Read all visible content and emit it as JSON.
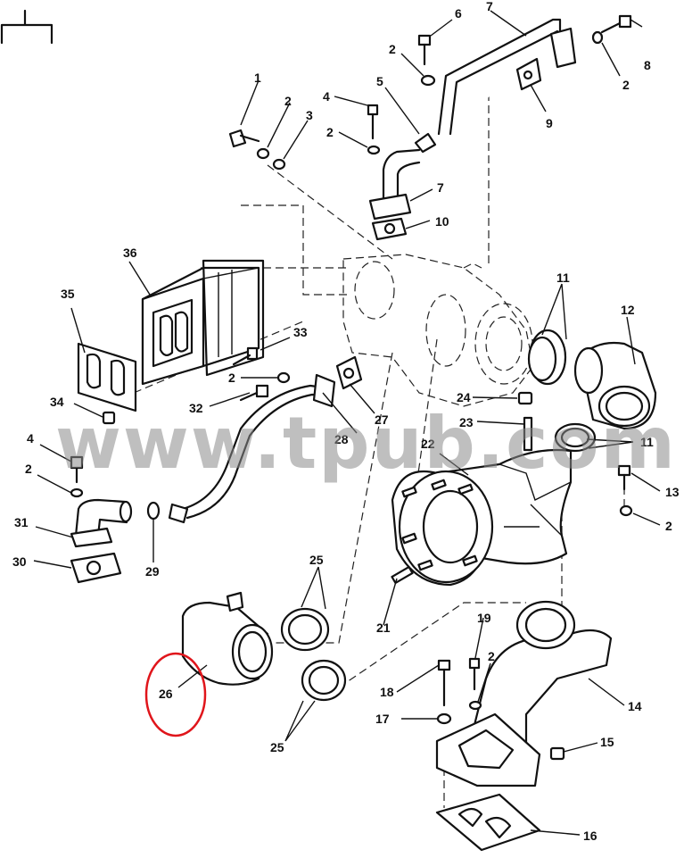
{
  "watermark": "www.tpub.com",
  "highlight_color": "#e0151b",
  "callouts": [
    {
      "id": "c1",
      "text": "1"
    },
    {
      "id": "c2a",
      "text": "2"
    },
    {
      "id": "c3",
      "text": "3"
    },
    {
      "id": "c4a",
      "text": "4"
    },
    {
      "id": "c5",
      "text": "5"
    },
    {
      "id": "c2b",
      "text": "2"
    },
    {
      "id": "c6",
      "text": "6"
    },
    {
      "id": "c2c",
      "text": "2"
    },
    {
      "id": "c7a",
      "text": "7"
    },
    {
      "id": "c7b",
      "text": "7"
    },
    {
      "id": "c8",
      "text": "8"
    },
    {
      "id": "c2d",
      "text": "2"
    },
    {
      "id": "c9",
      "text": "9"
    },
    {
      "id": "c10",
      "text": "10"
    },
    {
      "id": "c11a",
      "text": "11"
    },
    {
      "id": "c12",
      "text": "12"
    },
    {
      "id": "c36",
      "text": "36"
    },
    {
      "id": "c35",
      "text": "35"
    },
    {
      "id": "c33",
      "text": "33"
    },
    {
      "id": "c2e",
      "text": "2"
    },
    {
      "id": "c32",
      "text": "32"
    },
    {
      "id": "c34",
      "text": "34"
    },
    {
      "id": "c27",
      "text": "27"
    },
    {
      "id": "c28",
      "text": "28"
    },
    {
      "id": "c24",
      "text": "24"
    },
    {
      "id": "c23",
      "text": "23"
    },
    {
      "id": "c22",
      "text": "22"
    },
    {
      "id": "c11b",
      "text": "11"
    },
    {
      "id": "c13",
      "text": "13"
    },
    {
      "id": "c2f",
      "text": "2"
    },
    {
      "id": "c4b",
      "text": "4"
    },
    {
      "id": "c2g",
      "text": "2"
    },
    {
      "id": "c31",
      "text": "31"
    },
    {
      "id": "c30",
      "text": "30"
    },
    {
      "id": "c29",
      "text": "29"
    },
    {
      "id": "c25a",
      "text": "25"
    },
    {
      "id": "c21",
      "text": "21"
    },
    {
      "id": "c19",
      "text": "19"
    },
    {
      "id": "c2h",
      "text": "2"
    },
    {
      "id": "c18",
      "text": "18"
    },
    {
      "id": "c26",
      "text": "26"
    },
    {
      "id": "c17",
      "text": "17"
    },
    {
      "id": "c14",
      "text": "14"
    },
    {
      "id": "c25b",
      "text": "25"
    },
    {
      "id": "c15",
      "text": "15"
    },
    {
      "id": "c16",
      "text": "16"
    }
  ]
}
